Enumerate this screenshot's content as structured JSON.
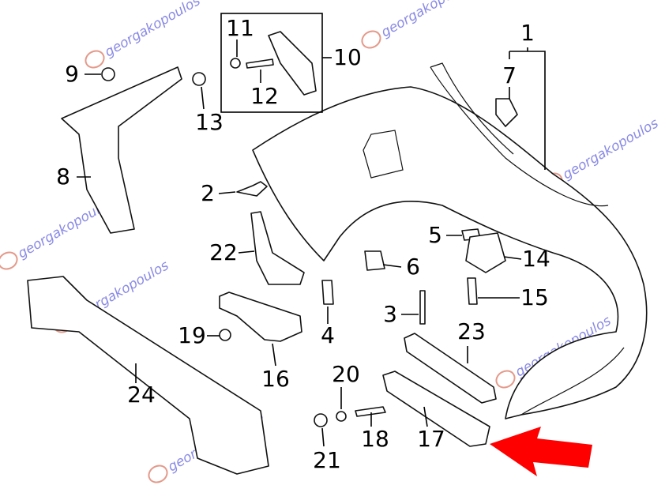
{
  "diagram": {
    "watermark_text": "georgakopoulos",
    "labels": {
      "l1": "1",
      "l2": "2",
      "l3": "3",
      "l4": "4",
      "l5": "5",
      "l6": "6",
      "l7": "7",
      "l8": "8",
      "l9": "9",
      "l10": "10",
      "l11": "11",
      "l12": "12",
      "l13": "13",
      "l14": "14",
      "l15": "15",
      "l16": "16",
      "l17": "17",
      "l18": "18",
      "l19": "19",
      "l20": "20",
      "l21": "21",
      "l22": "22",
      "l23": "23",
      "l24": "24"
    },
    "highlight_arrow_color": "#ff0000"
  }
}
